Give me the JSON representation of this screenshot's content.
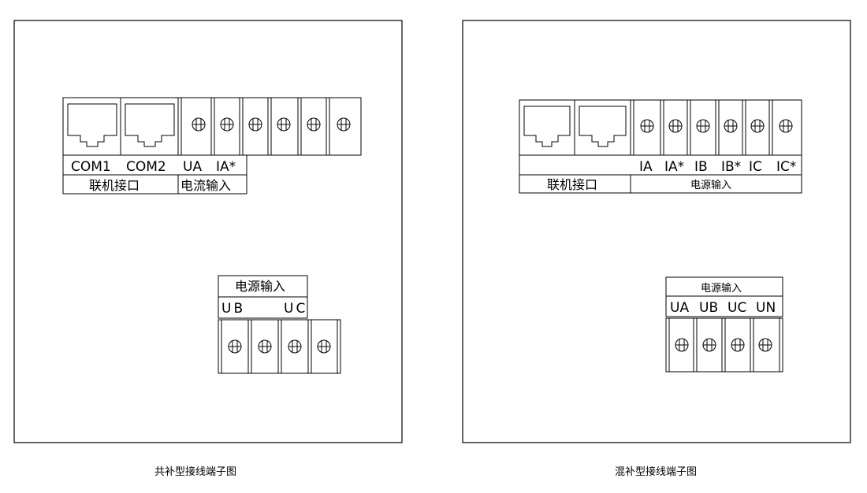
{
  "left_diagram": {
    "caption": "共补型接线端子图",
    "top_block": {
      "port_labels": [
        "COM1",
        "COM2"
      ],
      "terminal_labels": [
        "UA",
        "IA*"
      ],
      "group_label_ports": "联机接口",
      "group_label_terminals": "电流输入",
      "terminal_count": 6
    },
    "bottom_block": {
      "title": "电源输入",
      "labels": [
        "UB",
        "UC"
      ],
      "terminal_count": 4
    }
  },
  "right_diagram": {
    "caption": "混补型接线端子图",
    "top_block": {
      "terminal_labels": [
        "IA",
        "IA*",
        "IB",
        "IB*",
        "IC",
        "IC*"
      ],
      "group_label_ports": "联机接口",
      "group_label_terminals": "电源输入",
      "terminal_count": 6
    },
    "bottom_block": {
      "title": "电源输入",
      "labels": [
        "UA",
        "UB",
        "UC",
        "UN"
      ],
      "terminal_count": 4
    }
  },
  "icons": {
    "rj45_port": "rj45-port-icon",
    "screw_terminal": "screw-terminal-icon"
  }
}
